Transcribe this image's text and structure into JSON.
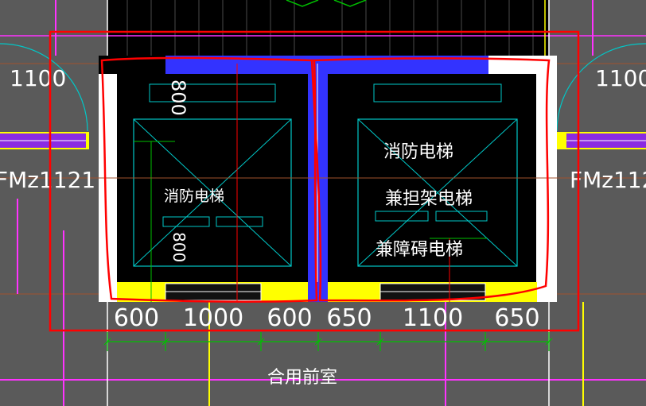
{
  "labels": {
    "left_dim_top": "1100",
    "right_dim_top": "1100",
    "left_door": "FMz1121",
    "right_door": "FMz112",
    "left_elevator": "消防电梯",
    "right_elevator_line1": "消防电梯",
    "right_elevator_line2": "兼担架电梯",
    "right_elevator_line3": "兼障碍电梯",
    "left_vertical": "800"
  },
  "dimensions": [
    "600",
    "1000",
    "600",
    "650",
    "1100",
    "650"
  ],
  "room_label": "合用前室",
  "colors": {
    "background": "#5a5a5a",
    "fill": "#000000",
    "wall_white": "#ffffff",
    "blue_wall": "#3333ff",
    "yellow_wall": "#ffff00",
    "cyan_line": "#00c8c8",
    "green_line": "#00c000",
    "magenta_line": "#ff33ff",
    "red_markup": "#ff0000",
    "purple_door": "#8a2be2",
    "brown_line": "#a0522d"
  }
}
